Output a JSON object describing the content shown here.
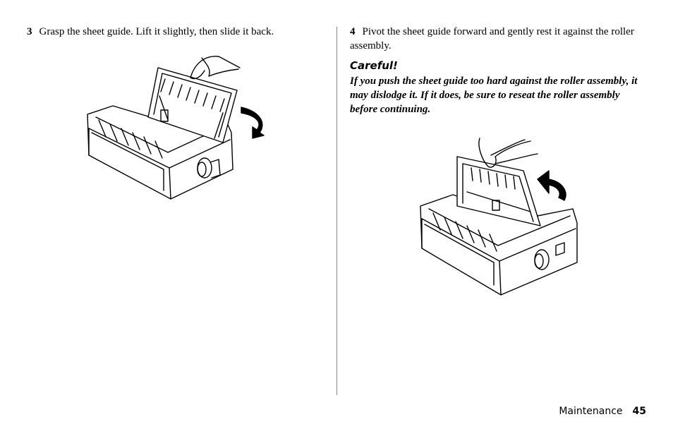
{
  "left": {
    "step_number": "3",
    "step_text": "Grasp the sheet guide. Lift it slightly, then slide it back."
  },
  "right": {
    "step_number": "4",
    "step_text": "Pivot the sheet guide forward and gently rest it against the roller assembly.",
    "careful_heading": "Careful!",
    "careful_text": "If you push the sheet guide too hard against the roller assembly, it may dislodge it. If it does, be sure to reseat the roller assembly before continuing."
  },
  "footer": {
    "section": "Maintenance",
    "page": "45"
  }
}
